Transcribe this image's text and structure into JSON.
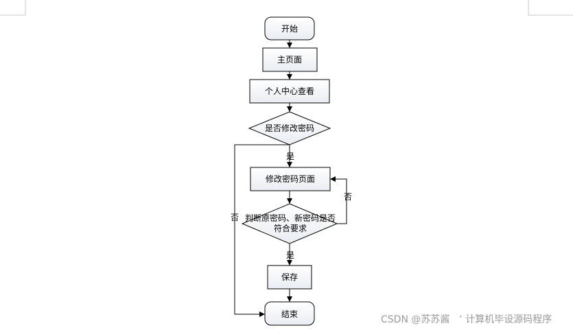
{
  "nodes": {
    "start": "开始",
    "main_page": "主页面",
    "profile": "个人中心查看",
    "decide_change": "是否修改密码",
    "change_page": "修改密码页面",
    "validate_line1": "判断原密码、新密码是否",
    "validate_line2": "符合要求",
    "save": "保存",
    "end": "结束"
  },
  "edges": {
    "yes_1": "是",
    "no_1": "否",
    "no_2": "否",
    "yes_2": "是"
  },
  "watermark": "CSDN @苏苏酱　‘ 计算机毕设源码程序"
}
